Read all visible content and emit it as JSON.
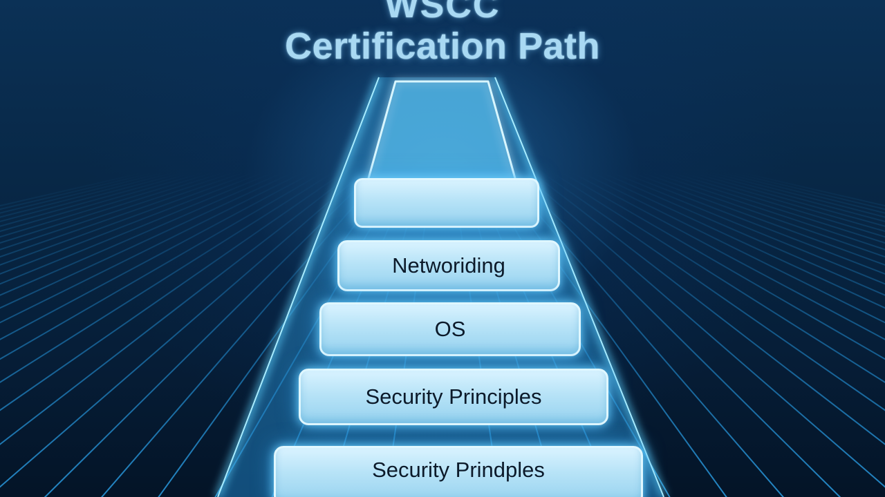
{
  "title": {
    "line1": "WSCC",
    "line2": "Certification Path"
  },
  "steps": [
    {
      "label": ""
    },
    {
      "label": "Networiding"
    },
    {
      "label": "OS"
    },
    {
      "label": "Security Principles"
    },
    {
      "label": "Security Prindples"
    }
  ],
  "colors": {
    "background": "#061e38",
    "grid_line": "#1f86c8",
    "step_fill": "#b7e3f7",
    "step_glow": "#6ed2ff",
    "title_text": "#a9d9f3"
  }
}
